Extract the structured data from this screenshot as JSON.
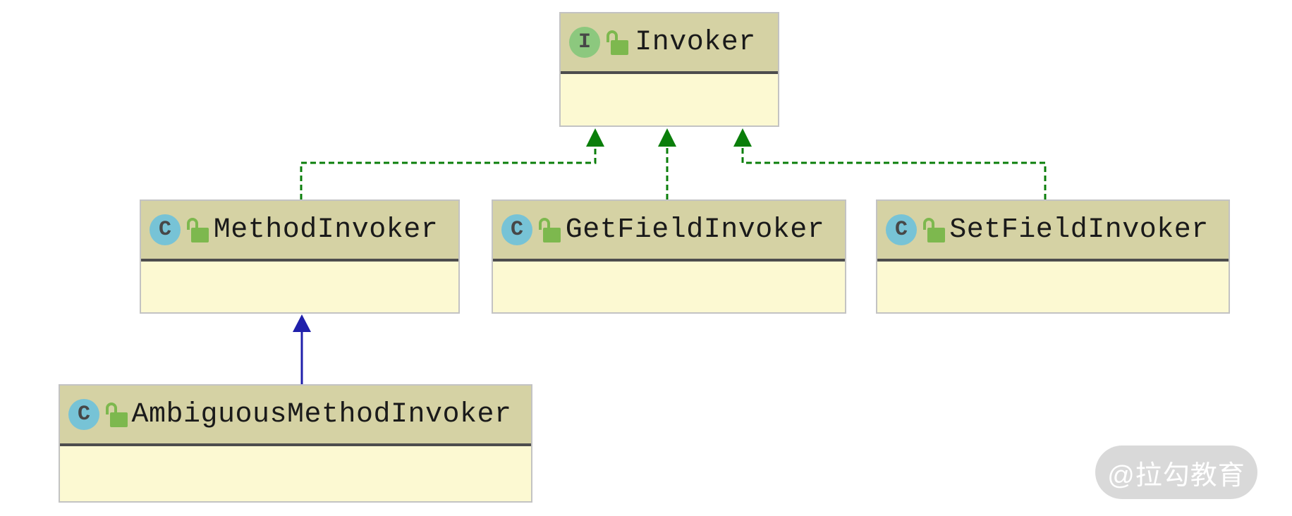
{
  "diagram": {
    "type": "uml-class-diagram",
    "nodes": [
      {
        "id": "invoker",
        "label": "Invoker",
        "stereotype": "interface",
        "icon_letter": "I",
        "lock_icon": "unlocked"
      },
      {
        "id": "method-invoker",
        "label": "MethodInvoker",
        "stereotype": "class",
        "icon_letter": "C",
        "lock_icon": "unlocked"
      },
      {
        "id": "getfield-invoker",
        "label": "GetFieldInvoker",
        "stereotype": "class",
        "icon_letter": "C",
        "lock_icon": "unlocked"
      },
      {
        "id": "setfield-invoker",
        "label": "SetFieldInvoker",
        "stereotype": "class",
        "icon_letter": "C",
        "lock_icon": "unlocked"
      },
      {
        "id": "ambiguous-method-invoker",
        "label": "AmbiguousMethodInvoker",
        "stereotype": "class",
        "icon_letter": "C",
        "lock_icon": "unlocked"
      }
    ],
    "edges": [
      {
        "from": "MethodInvoker",
        "to": "Invoker",
        "type": "implements",
        "line": "dashed"
      },
      {
        "from": "GetFieldInvoker",
        "to": "Invoker",
        "type": "implements",
        "line": "dashed"
      },
      {
        "from": "SetFieldInvoker",
        "to": "Invoker",
        "type": "implements",
        "line": "dashed"
      },
      {
        "from": "AmbiguousMethodInvoker",
        "to": "MethodInvoker",
        "type": "extends",
        "line": "solid"
      }
    ],
    "colors": {
      "header_bg": "#d5d2a4",
      "body_bg": "#fcf9d2",
      "node_border": "#c3c3c3",
      "separator": "#4d4d4d",
      "interface_icon_bg": "#8cc87e",
      "class_icon_bg": "#77c3d6",
      "lock_icon": "#7db84e",
      "implements_edge": "#0a7e0a",
      "extends_edge": "#2020ab"
    }
  },
  "watermark": {
    "label": "@拉勾教育"
  }
}
